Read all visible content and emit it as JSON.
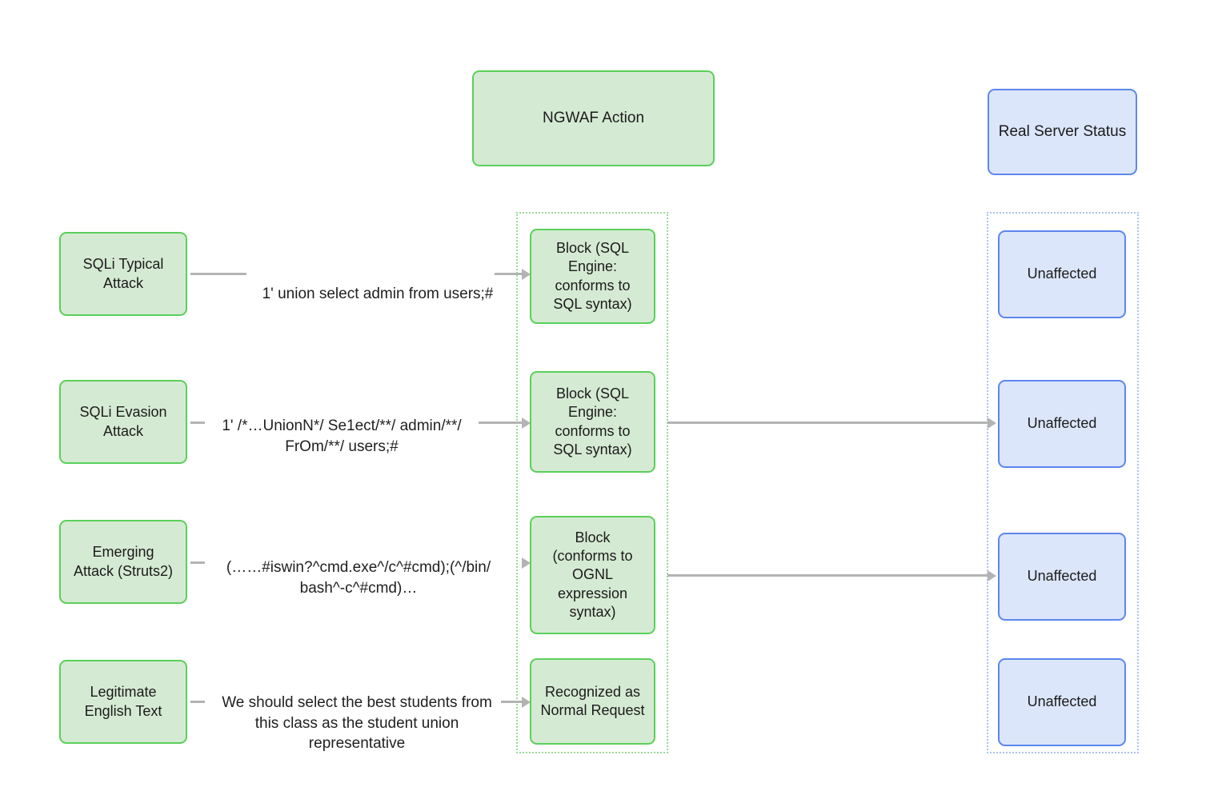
{
  "diagram": {
    "title_nodes": {
      "ngwaf_action": "NGWAF Action",
      "real_server_status": "Real Server Status"
    },
    "rows": [
      {
        "source": "SQLi Typical\nAttack",
        "payload": "1' union select admin from users;#",
        "action": "Block (SQL\nEngine:\nconforms to\nSQL syntax)",
        "server_status": "Unaffected",
        "has_action_to_server_arrow": false
      },
      {
        "source": "SQLi Evasion\nAttack",
        "payload": "1' /*…UnionN*/ Se1ect/**/ admin/**/\nFrOm/**/ users;#",
        "action": "Block (SQL\nEngine:\nconforms to\nSQL syntax)",
        "server_status": "Unaffected",
        "has_action_to_server_arrow": true
      },
      {
        "source": "Emerging\nAttack (Struts2)",
        "payload": "(……#iswin?^cmd.exe^/c^#cmd);(^/bin/\nbash^-c^#cmd)…",
        "action": "Block\n(conforms to\nOGNL\nexpression\nsyntax)",
        "server_status": "Unaffected",
        "has_action_to_server_arrow": true
      },
      {
        "source": "Legitimate\nEnglish Text",
        "payload": "We should select the best students from\nthis class as the student union\nrepresentative",
        "action": "Recognized as\nNormal Request",
        "server_status": "Unaffected",
        "has_action_to_server_arrow": false
      }
    ],
    "colors": {
      "green_fill": "#d5ead3",
      "green_stroke": "#5ad05a",
      "blue_fill": "#dce6fb",
      "blue_stroke": "#5d86ee",
      "edge": "#b3b3b3",
      "group_green_stroke": "#9ad99a",
      "group_blue_stroke": "#aac2f2"
    }
  }
}
